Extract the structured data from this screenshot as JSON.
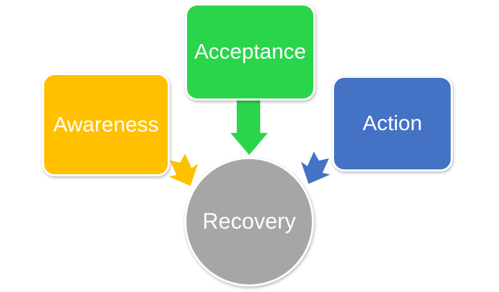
{
  "diagram": {
    "type": "converging-radial",
    "background_color": "#FFFFFF",
    "border_color": "#FFFFFF",
    "text_color": "#FFFFFF",
    "nodes": [
      {
        "id": "awareness",
        "label": "Awareness",
        "shape": "rounded-rectangle",
        "color": "#FFC000"
      },
      {
        "id": "acceptance",
        "label": "Acceptance",
        "shape": "rounded-rectangle",
        "color": "#2AD54C"
      },
      {
        "id": "action",
        "label": "Action",
        "shape": "rounded-rectangle",
        "color": "#4472C4"
      },
      {
        "id": "recovery",
        "label": "Recovery",
        "shape": "circle",
        "color": "#A6A6A6"
      }
    ],
    "connections": [
      {
        "from": "awareness",
        "to": "recovery",
        "color": "#FFC000",
        "direction": "southeast"
      },
      {
        "from": "acceptance",
        "to": "recovery",
        "color": "#2AD54C",
        "direction": "down"
      },
      {
        "from": "action",
        "to": "recovery",
        "color": "#4472C4",
        "direction": "southwest"
      }
    ]
  }
}
